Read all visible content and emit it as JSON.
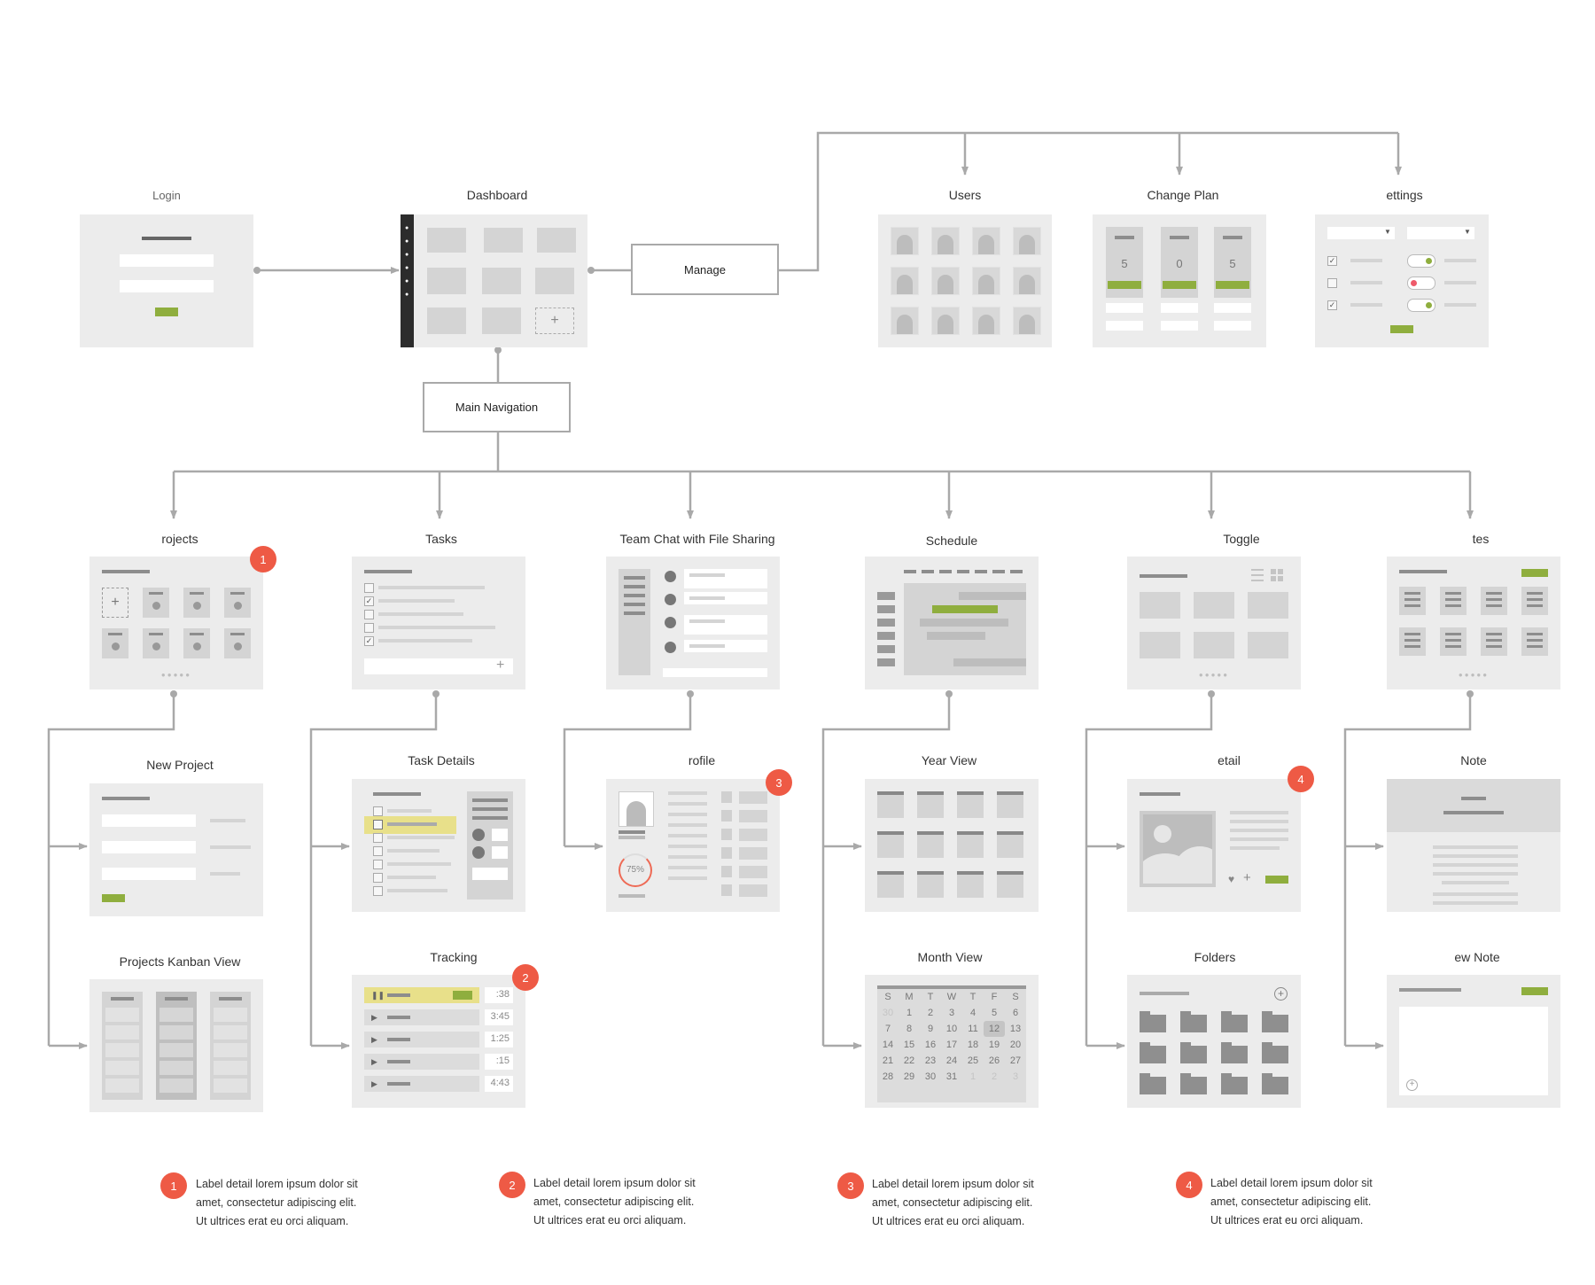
{
  "nodes": {
    "login": "Login",
    "dashboard": "Dashboard",
    "manage": "Manage",
    "main_navigation": "Main Navigation",
    "users": "Users",
    "change_plan": "Change Plan",
    "settings": "ettings",
    "projects": "rojects",
    "tasks": "Tasks",
    "team_chat": "Team Chat with File Sharing",
    "schedule": "Schedule",
    "toggle": "Toggle",
    "notes": "tes",
    "new_project": "New Project",
    "projects_kanban": "Projects Kanban View",
    "task_details": "Task Details",
    "tracking": "Tracking",
    "profile": "rofile",
    "year_view": "Year View",
    "month_view": "Month View",
    "detail": "etail",
    "folders": "Folders",
    "note": "Note",
    "new_note": "ew Note"
  },
  "plan_values": [
    "5",
    "0",
    "5"
  ],
  "profile_progress": "75%",
  "tracking_times": [
    ":38",
    "3:45",
    "1:25",
    ":15",
    "4:43"
  ],
  "calendar": {
    "weekdays": [
      "S",
      "M",
      "T",
      "W",
      "T",
      "F",
      "S"
    ],
    "rows": [
      [
        "30",
        "1",
        "2",
        "3",
        "4",
        "5",
        "6"
      ],
      [
        "7",
        "8",
        "9",
        "10",
        "11",
        "12",
        "13"
      ],
      [
        "14",
        "15",
        "16",
        "17",
        "18",
        "19",
        "20"
      ],
      [
        "21",
        "22",
        "23",
        "24",
        "25",
        "26",
        "27"
      ],
      [
        "28",
        "29",
        "30",
        "31",
        "1",
        "2",
        "3"
      ]
    ]
  },
  "badges": {
    "projects": "1",
    "tracking": "2",
    "profile": "3",
    "detail": "4"
  },
  "footnotes": [
    {
      "num": "1",
      "line1": "Label detail lorem ipsum dolor sit",
      "line2": "amet, consectetur adipiscing elit.",
      "line3": "Ut ultrices erat eu orci aliquam."
    },
    {
      "num": "2",
      "line1": "Label detail lorem ipsum dolor sit",
      "line2": "amet, consectetur adipiscing elit.",
      "line3": "Ut ultrices erat eu orci aliquam."
    },
    {
      "num": "3",
      "line1": "Label detail lorem ipsum dolor sit",
      "line2": "amet, consectetur adipiscing elit.",
      "line3": "Ut ultrices erat eu orci aliquam."
    },
    {
      "num": "4",
      "line1": "Label detail lorem ipsum dolor sit",
      "line2": "amet, consectetur adipiscing elit.",
      "line3": "Ut ultrices erat eu orci aliquam."
    }
  ],
  "colors": {
    "connector": "#a9a9a9",
    "accent_green": "#8fae3e",
    "badge_red": "#ee5a45",
    "highlight_yellow": "#e8e08a",
    "wireframe_bg": "#ececec"
  },
  "icons": [
    "user-icon",
    "folder-icon",
    "plus-icon",
    "heart-icon",
    "image-icon",
    "pause-icon",
    "play-icon",
    "checkbox-icon",
    "toggle-icon"
  ]
}
